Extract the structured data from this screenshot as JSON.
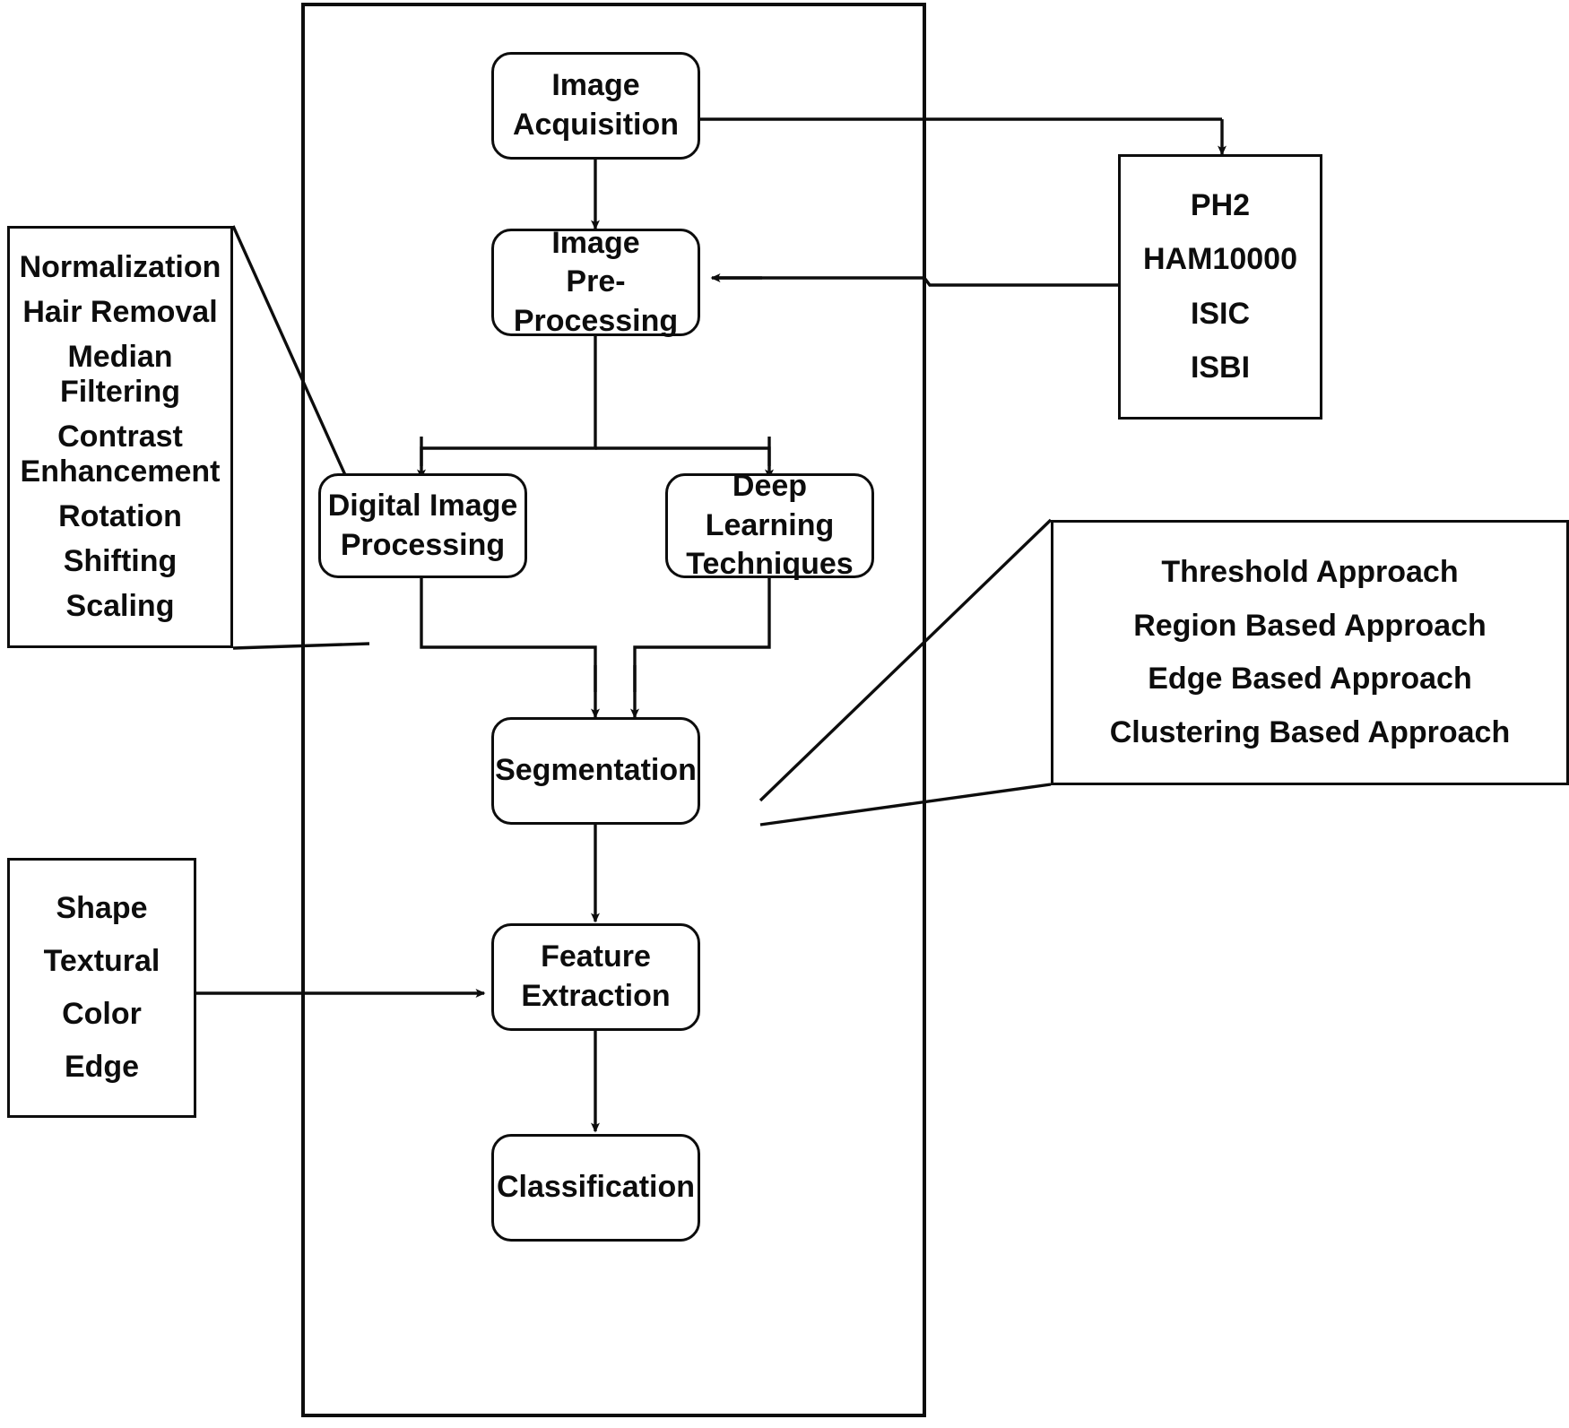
{
  "diagram": {
    "title": "Skin lesion analysis pipeline flowchart",
    "stroke_color": "#0d0d0d",
    "background_color": "#ffffff"
  },
  "pipeline": {
    "nodes": [
      {
        "id": "image-acquisition",
        "label": "Image\nAcquisition"
      },
      {
        "id": "image-preprocessing",
        "label": "Image\nPre-Processing"
      },
      {
        "id": "digital-image-processing",
        "label": "Digital Image\nProcessing"
      },
      {
        "id": "deep-learning-techniques",
        "label": "Deep Learning\nTechniques"
      },
      {
        "id": "segmentation",
        "label": "Segmentation"
      },
      {
        "id": "feature-extraction",
        "label": "Feature\nExtraction"
      },
      {
        "id": "classification",
        "label": "Classification"
      }
    ],
    "labels": {
      "image_acquisition_line1": "Image",
      "image_acquisition_line2": "Acquisition",
      "image_preprocessing_line1": "Image",
      "image_preprocessing_line2": "Pre-Processing",
      "digital_image_processing_line1": "Digital Image",
      "digital_image_processing_line2": "Processing",
      "deep_learning_line1": "Deep Learning",
      "deep_learning_line2": "Techniques",
      "segmentation": "Segmentation",
      "feature_extraction_line1": "Feature",
      "feature_extraction_line2": "Extraction",
      "classification": "Classification"
    }
  },
  "preprocessing_panel": {
    "id": "preprocessing-techniques-panel",
    "items": [
      "Normalization",
      "Hair Removal",
      "Median Filtering",
      "Contrast\nEnhancement",
      "Rotation",
      "Shifting",
      "Scaling"
    ],
    "item_0": "Normalization",
    "item_1": "Hair Removal",
    "item_2": "Median Filtering",
    "item_3_line1": "Contrast",
    "item_3_line2": "Enhancement",
    "item_4": "Rotation",
    "item_5": "Shifting",
    "item_6": "Scaling"
  },
  "datasets_panel": {
    "id": "datasets-panel",
    "items": [
      "PH2",
      "HAM10000",
      "ISIC",
      "ISBI"
    ],
    "item_0": "PH2",
    "item_1": "HAM10000",
    "item_2": "ISIC",
    "item_3": "ISBI"
  },
  "segmentation_panel": {
    "id": "segmentation-approaches-panel",
    "items": [
      "Threshold Approach",
      "Region Based Approach",
      "Edge Based Approach",
      "Clustering Based Approach"
    ],
    "item_0": "Threshold Approach",
    "item_1": "Region Based Approach",
    "item_2": "Edge Based Approach",
    "item_3": "Clustering Based Approach"
  },
  "features_panel": {
    "id": "feature-types-panel",
    "items": [
      "Shape",
      "Textural",
      "Color",
      "Edge"
    ],
    "item_0": "Shape",
    "item_1": "Textural",
    "item_2": "Color",
    "item_3": "Edge"
  }
}
